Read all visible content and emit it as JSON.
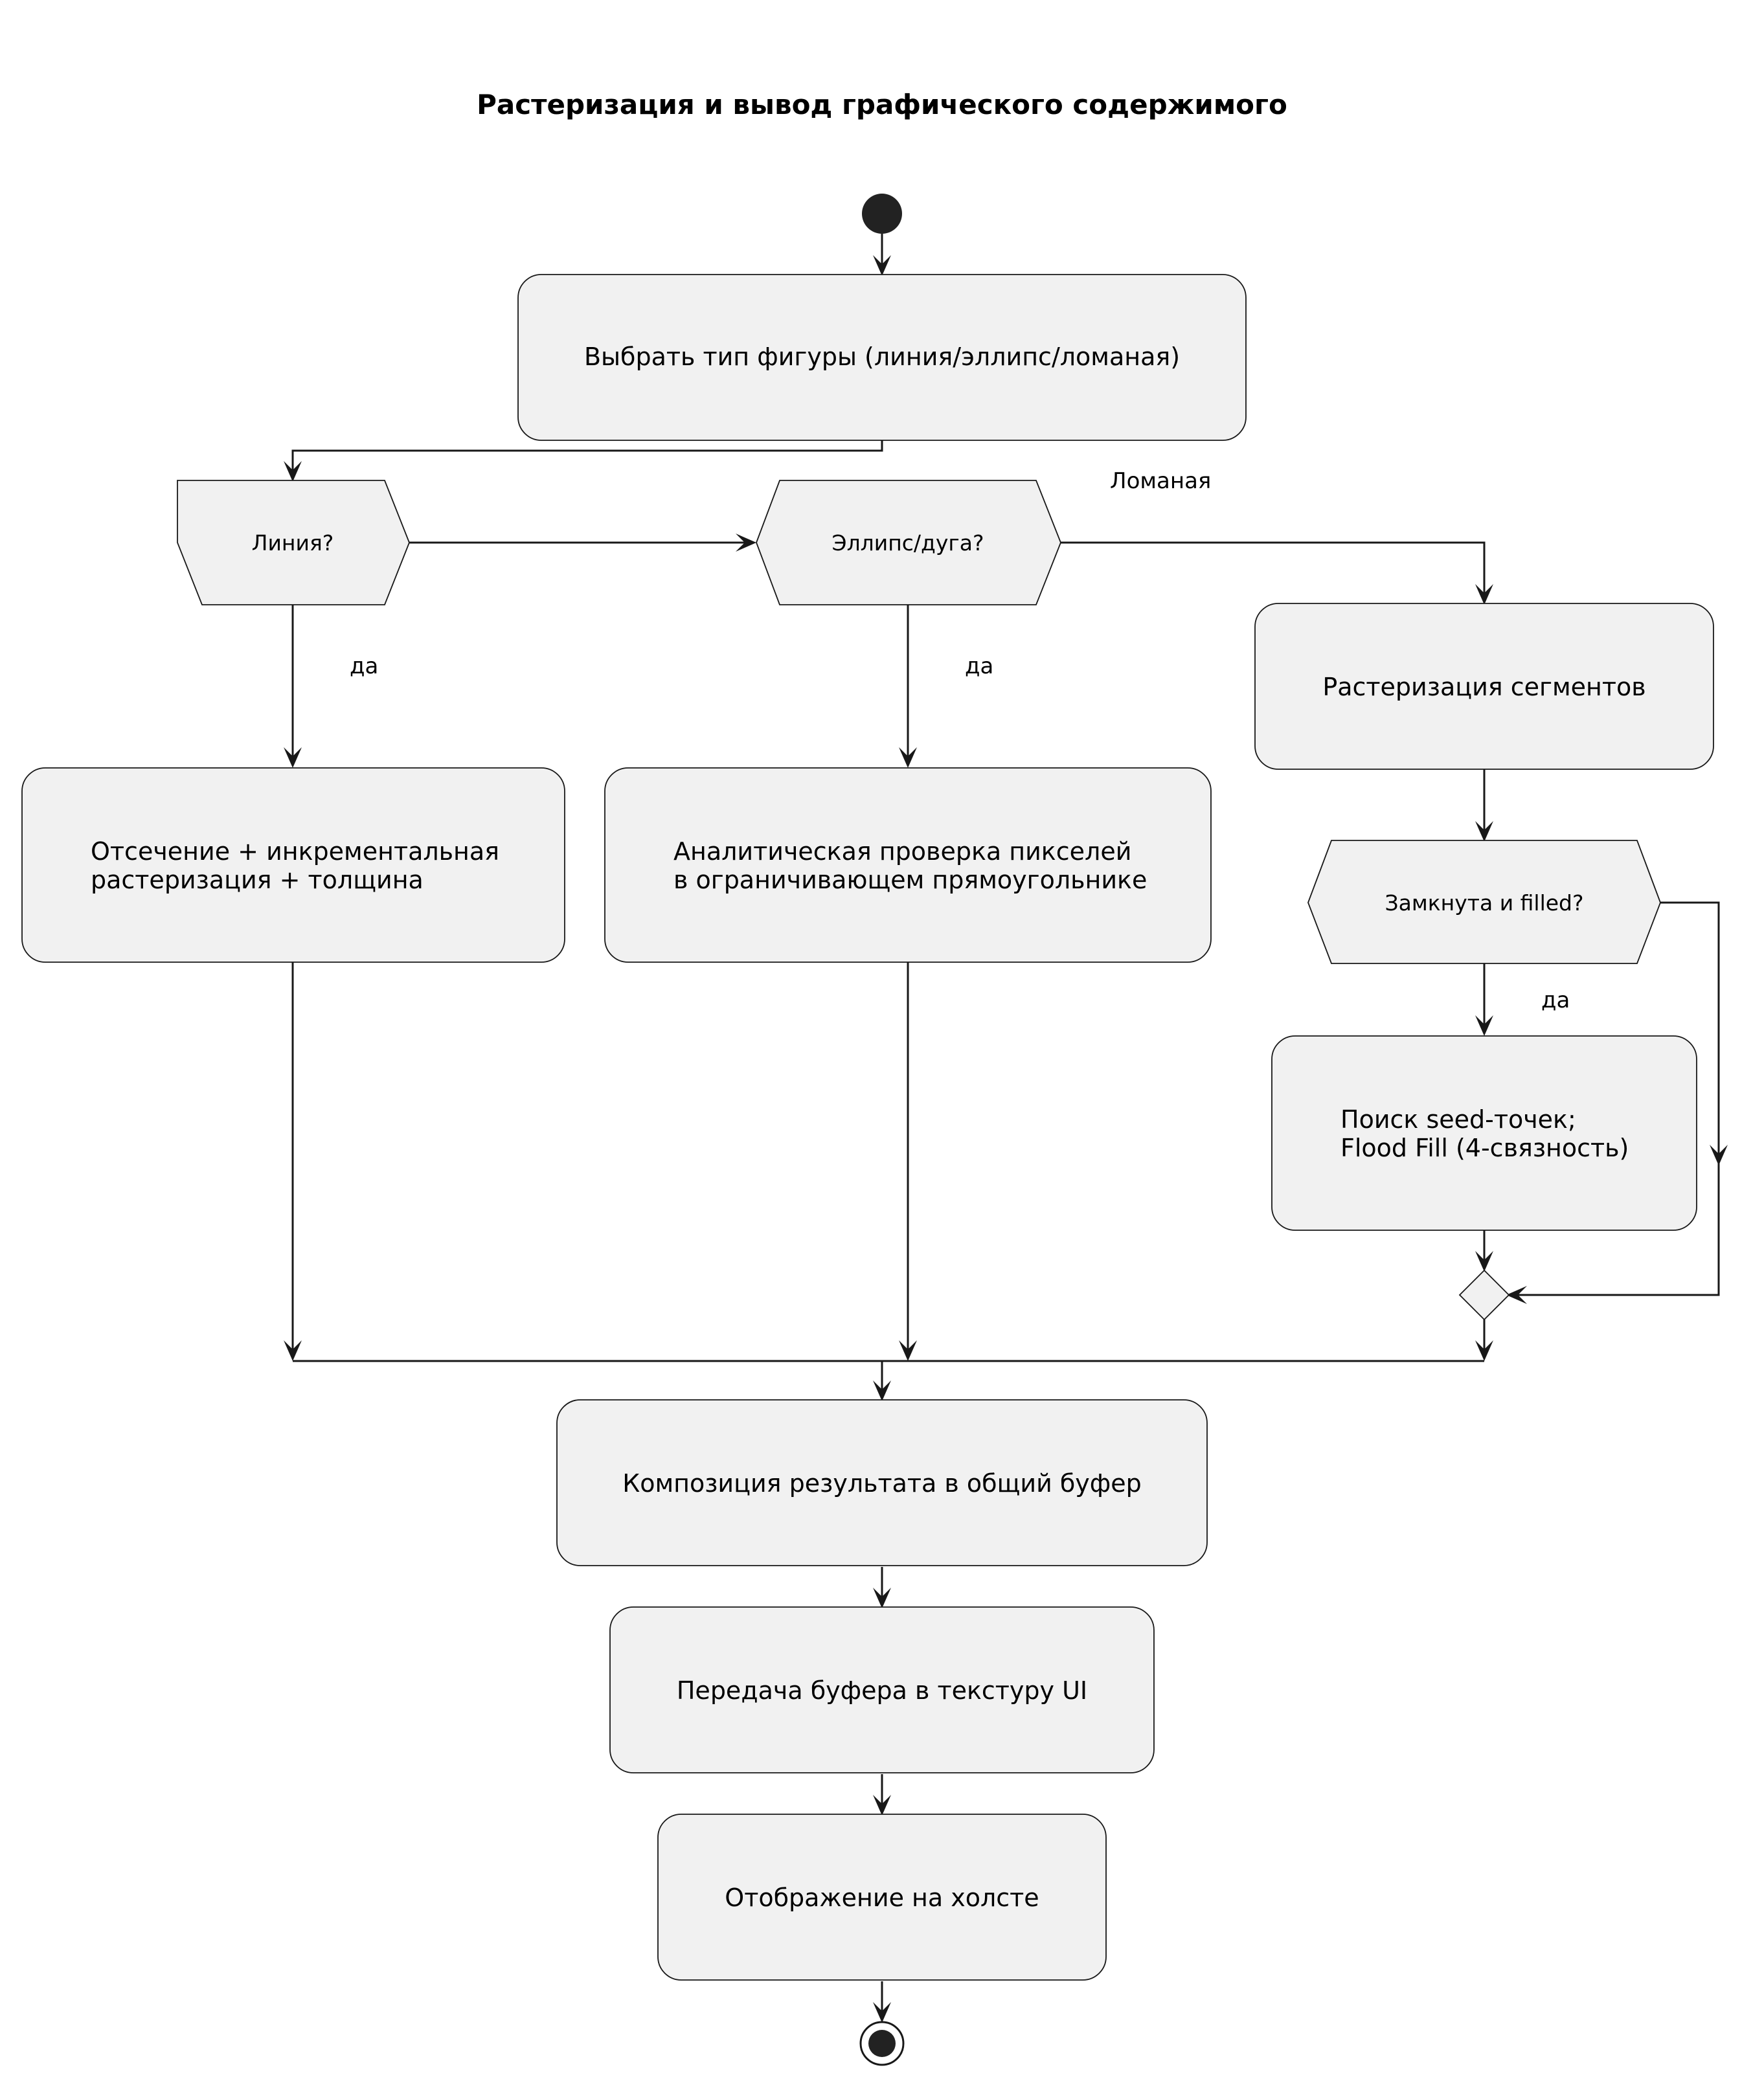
{
  "title": "Растеризация и вывод графического содержимого",
  "nodes": {
    "select_type": "Выбрать тип фигуры (линия/эллипс/ломаная)",
    "decision_line": "Линия?",
    "decision_ellipse": "Эллипс/дуга?",
    "line_action": [
      "Отсечение + инкрементальная",
      "растеризация + толщина"
    ],
    "ellipse_action": [
      "Аналитическая проверка пикселей",
      "в ограничивающем прямоугольнике"
    ],
    "segments_action": "Растеризация сегментов",
    "decision_closed": "Замкнута и filled?",
    "fill_action": [
      "Поиск seed-точек;",
      "Flood Fill (4-связность)"
    ],
    "compose_action": "Композиция результата в общий буфер",
    "texture_action": "Передача буфера в текстуру UI",
    "display_action": "Отображение на холсте"
  },
  "edge_labels": {
    "line_yes": "да",
    "ellipse_yes": "да",
    "polyline": "Ломаная",
    "closed_yes": "да"
  }
}
